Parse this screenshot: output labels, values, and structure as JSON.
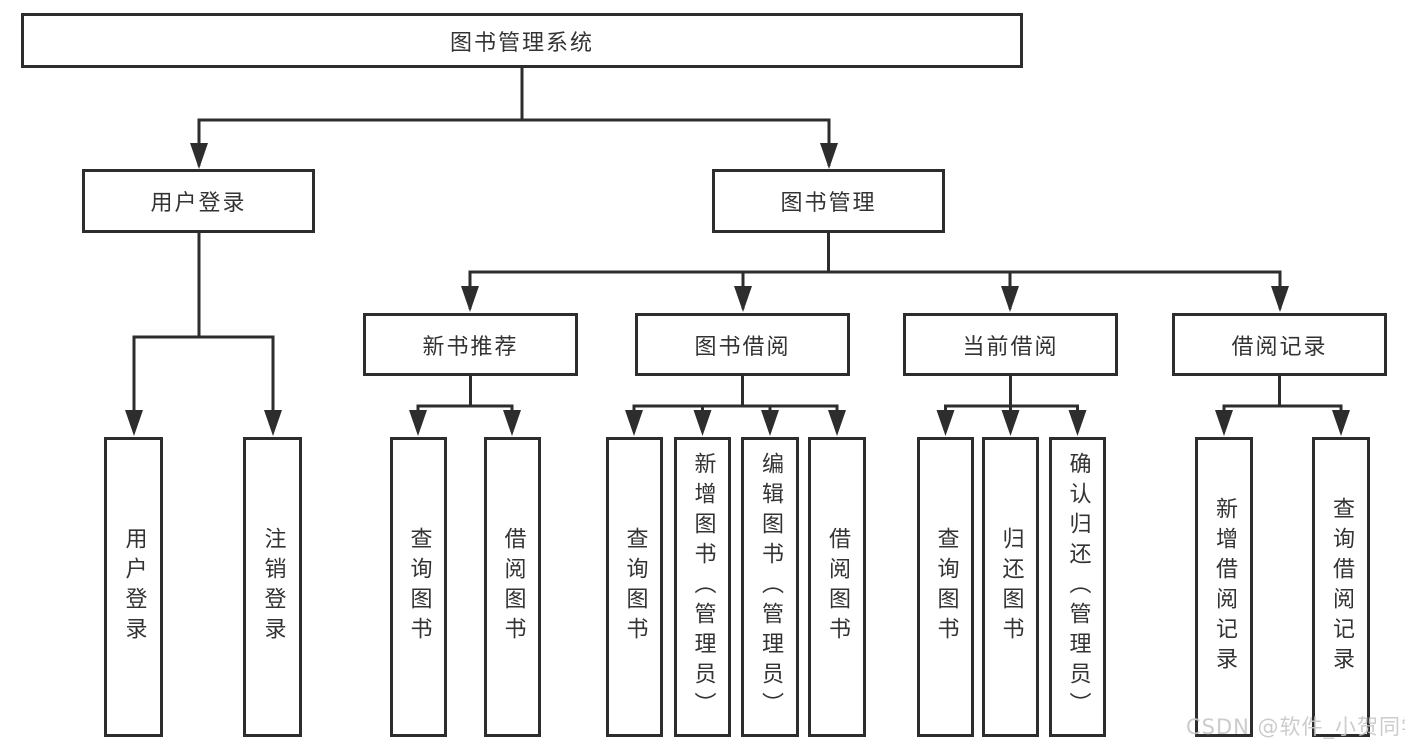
{
  "diagram": {
    "root": {
      "label": "图书管理系统"
    },
    "branches": [
      {
        "label": "用户登录",
        "children": [
          {
            "label": "用户登录"
          },
          {
            "label": "注销登录"
          }
        ]
      },
      {
        "label": "图书管理",
        "children": [
          {
            "label": "新书推荐",
            "children": [
              {
                "label": "查询图书"
              },
              {
                "label": "借阅图书"
              }
            ]
          },
          {
            "label": "图书借阅",
            "children": [
              {
                "label": "查询图书"
              },
              {
                "label": "新增图书（管理员）"
              },
              {
                "label": "编辑图书（管理员）"
              },
              {
                "label": "借阅图书"
              }
            ]
          },
          {
            "label": "当前借阅",
            "children": [
              {
                "label": "查询图书"
              },
              {
                "label": "归还图书"
              },
              {
                "label": "确认归还（管理员）"
              }
            ]
          },
          {
            "label": "借阅记录",
            "children": [
              {
                "label": "新增借阅记录"
              },
              {
                "label": "查询借阅记录"
              }
            ]
          }
        ]
      }
    ]
  },
  "watermark": {
    "text": "CSDN @软件_小贺同学"
  },
  "colors": {
    "line": "#2d2d2d",
    "text": "#333333",
    "box_background": "#ffffff",
    "watermark": "#c8c8c8"
  }
}
